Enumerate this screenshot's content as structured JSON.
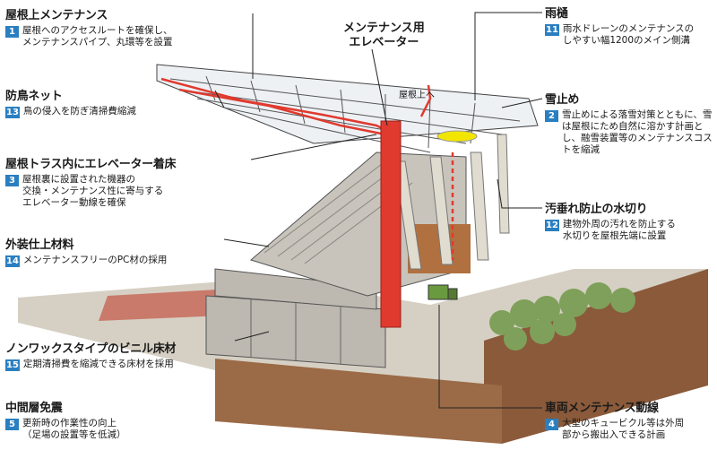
{
  "elevator_label": "メンテナンス用\nエレベーター",
  "roof_arrow_label": "屋根上へ",
  "callouts": {
    "roof_maintenance": {
      "title": "屋根上メンテナンス",
      "num": "1",
      "desc": "屋根へのアクセスルートを確保し、\nメンテナンスパイプ、丸環等を設置"
    },
    "bird_net": {
      "title": "防鳥ネット",
      "num": "13",
      "desc": "鳥の侵入を防ぎ清掃費縮減"
    },
    "elevator_floor": {
      "title": "屋根トラス内にエレベーター着床",
      "num": "3",
      "desc": "屋根裏に設置された機器の\n交換・メンテナンス性に寄与する\nエレベーター動線を確保"
    },
    "exterior": {
      "title": "外装仕上材料",
      "num": "14",
      "desc": "メンテナンスフリーのPC材の採用"
    },
    "vinyl_floor": {
      "title": "ノンワックスタイプのビニル床材",
      "num": "15",
      "desc": "定期清掃費を縮減できる床材を採用"
    },
    "seismic": {
      "title": "中間層免震",
      "num": "5",
      "desc": "更新時の作業性の向上\n（足場の設置等を低減）"
    },
    "gutter": {
      "title": "雨樋",
      "num": "11",
      "desc": "雨水ドレーンのメンテナンスの\nしやすい幅1200のメイン側溝"
    },
    "snow": {
      "title": "雪止め",
      "num": "2",
      "desc": "雪止めによる落雪対策とともに、雪は屋根にため自然に溶かす計画とし、融雪装置等のメンテナンスコストを縮減"
    },
    "drip": {
      "title": "汚垂れ防止の水切り",
      "num": "12",
      "desc": "建物外周の汚れを防止する\n水切りを屋根先端に設置"
    },
    "vehicle": {
      "title": "車両メンテナンス動線",
      "num": "4",
      "desc": "大型のキュービクル等は外周\n部から搬出入できる計画"
    }
  },
  "colors": {
    "accent_blue": "#2a7fc1",
    "route_red": "#e03a2f",
    "marker_yellow": "#f2e600"
  }
}
